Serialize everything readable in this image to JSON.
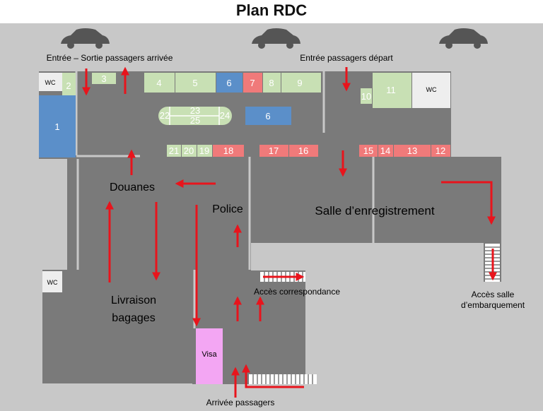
{
  "title": "Plan RDC",
  "labels": {
    "entree_sortie_arrivee": "Entrée – Sortie passagers arrivée",
    "entree_depart": "Entrée passagers départ",
    "douanes": "Douanes",
    "police": "Police",
    "salle": "Salle d’enregistrement",
    "livraison_1": "Livraison",
    "livraison_2": "bagages",
    "acces_correspondance": "Accès correspondance",
    "acces_salle_1": "Accès salle",
    "acces_salle_2": "d’embarquement",
    "arrivee": "Arrivée passagers",
    "visa": "Visa",
    "wc": "WC"
  },
  "shops": {
    "s1": "1",
    "s2": "2",
    "s3": "3",
    "s4": "4",
    "s5": "5",
    "s6": "6",
    "s6b": "6",
    "s7": "7",
    "s8": "8",
    "s9": "9",
    "s10": "10",
    "s11": "11",
    "s12": "12",
    "s13": "13",
    "s14": "14",
    "s15": "15",
    "s16": "16",
    "s17": "17",
    "s18": "18",
    "s19": "19",
    "s20": "20",
    "s21": "21",
    "s22": "22",
    "s23": "23",
    "s24": "24",
    "s25": "25"
  },
  "colors": {
    "background": "#c8c8c8",
    "floor": "#7a7a7a",
    "green": "#c8e0b4",
    "blue": "#5b8fc9",
    "red": "#f07a7a",
    "pink": "#f3a6f3",
    "wc": "#eeeeee",
    "arrow": "#e8141c",
    "car": "#555555"
  }
}
